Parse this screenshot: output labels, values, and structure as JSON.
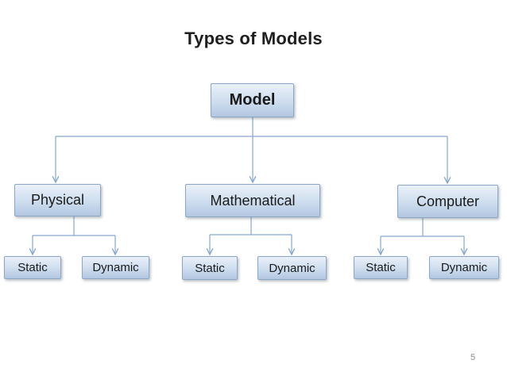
{
  "slide": {
    "title": "Types of Models",
    "page_number": "5"
  },
  "theme": {
    "colors": {
      "box-fill-top": "#eaf0f9",
      "box-fill-mid": "#cdddee",
      "box-fill-bottom": "#b3c7e2",
      "box-border": "#8ca6c6",
      "connector": "#87a7d0",
      "text": "#1a1a1a",
      "title-text": "#1f1f1f",
      "page-number": "#898989",
      "background": "#ffffff"
    }
  },
  "tree": {
    "root": {
      "label": "Model"
    },
    "branches": [
      {
        "label": "Physical",
        "children": [
          {
            "label": "Static"
          },
          {
            "label": "Dynamic"
          }
        ]
      },
      {
        "label": "Mathematical",
        "children": [
          {
            "label": "Static"
          },
          {
            "label": "Dynamic"
          }
        ]
      },
      {
        "label": "Computer",
        "children": [
          {
            "label": "Static"
          },
          {
            "label": "Dynamic"
          }
        ]
      }
    ]
  }
}
